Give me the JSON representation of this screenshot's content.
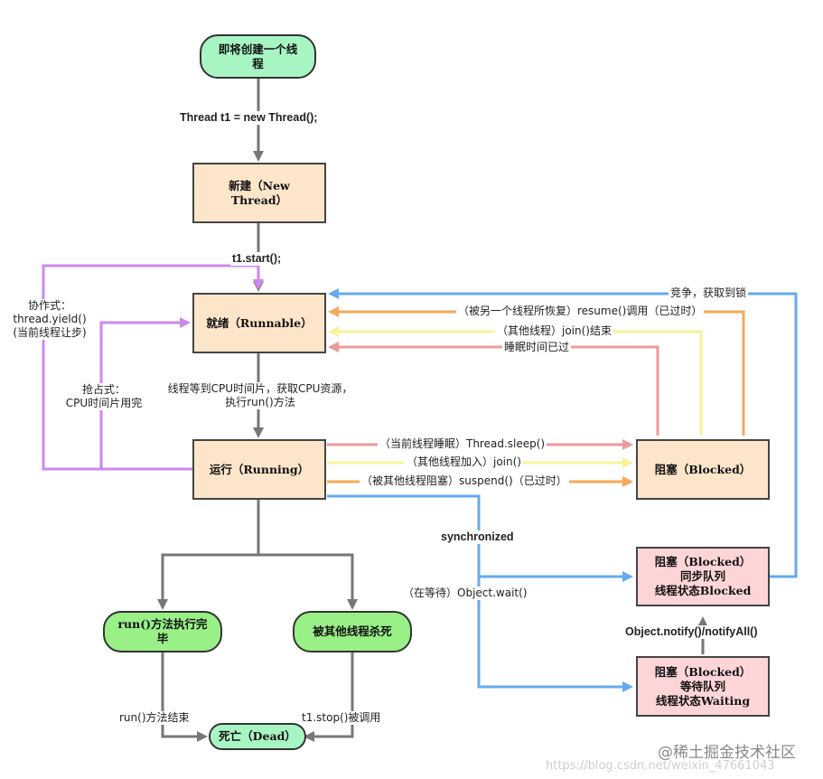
{
  "nodes": {
    "about_to_create": [
      "即将创建一个线",
      "程"
    ],
    "new_thread": [
      "新建（New",
      "Thread）"
    ],
    "runnable": "就绪（Runnable）",
    "running": "运行（Running）",
    "blocked": "阻塞（Blocked）",
    "sync_queue": [
      "阻塞（Blocked）",
      "同步队列",
      "线程状态Blocked"
    ],
    "wait_queue": [
      "阻塞（Blocked）",
      "等待队列",
      "线程状态Waiting"
    ],
    "run_done": [
      "run()方法执行完",
      "毕"
    ],
    "killed": "被其他线程杀死",
    "dead": "死亡（Dead）"
  },
  "labels": {
    "new_call": "Thread t1 = new Thread();",
    "start_call": "t1.start();",
    "coop": [
      "协作式：",
      "thread.yield()",
      "(当前线程让步)"
    ],
    "preempt": [
      "抢占式：",
      "CPU时间片用完"
    ],
    "get_cpu": [
      "线程等到CPU时间片，获取CPU资源，",
      "执行run()方法"
    ],
    "sleep": "（当前线程睡眠）Thread.sleep()",
    "join_in": "（其他线程加入）join()",
    "suspend": "（被其他线程阻塞）suspend()（已过时）",
    "compete_lock": "竞争，获取到锁",
    "resume": "（被另一个线程所恢复）resume()调用（已过时）",
    "join_end": "（其他线程）join()结束",
    "sleep_end": "睡眠时间已过",
    "synchronized": "synchronized",
    "obj_wait": "（在等待）Object.wait()",
    "notify": "Object.notify()/notifyAll()",
    "run_end": "run()方法结束",
    "stop_call": "t1.stop()被调用"
  },
  "watermark": {
    "site": "@稀土掘金技术社区",
    "url": "https://blog.csdn.net/weixin_47661043"
  },
  "colors": {
    "gray": "#777777",
    "purple": "#cc88ee",
    "blue": "#66aaee",
    "orange": "#f4a95a",
    "yellow": "#f6f39a",
    "red": "#ee9a9a"
  }
}
